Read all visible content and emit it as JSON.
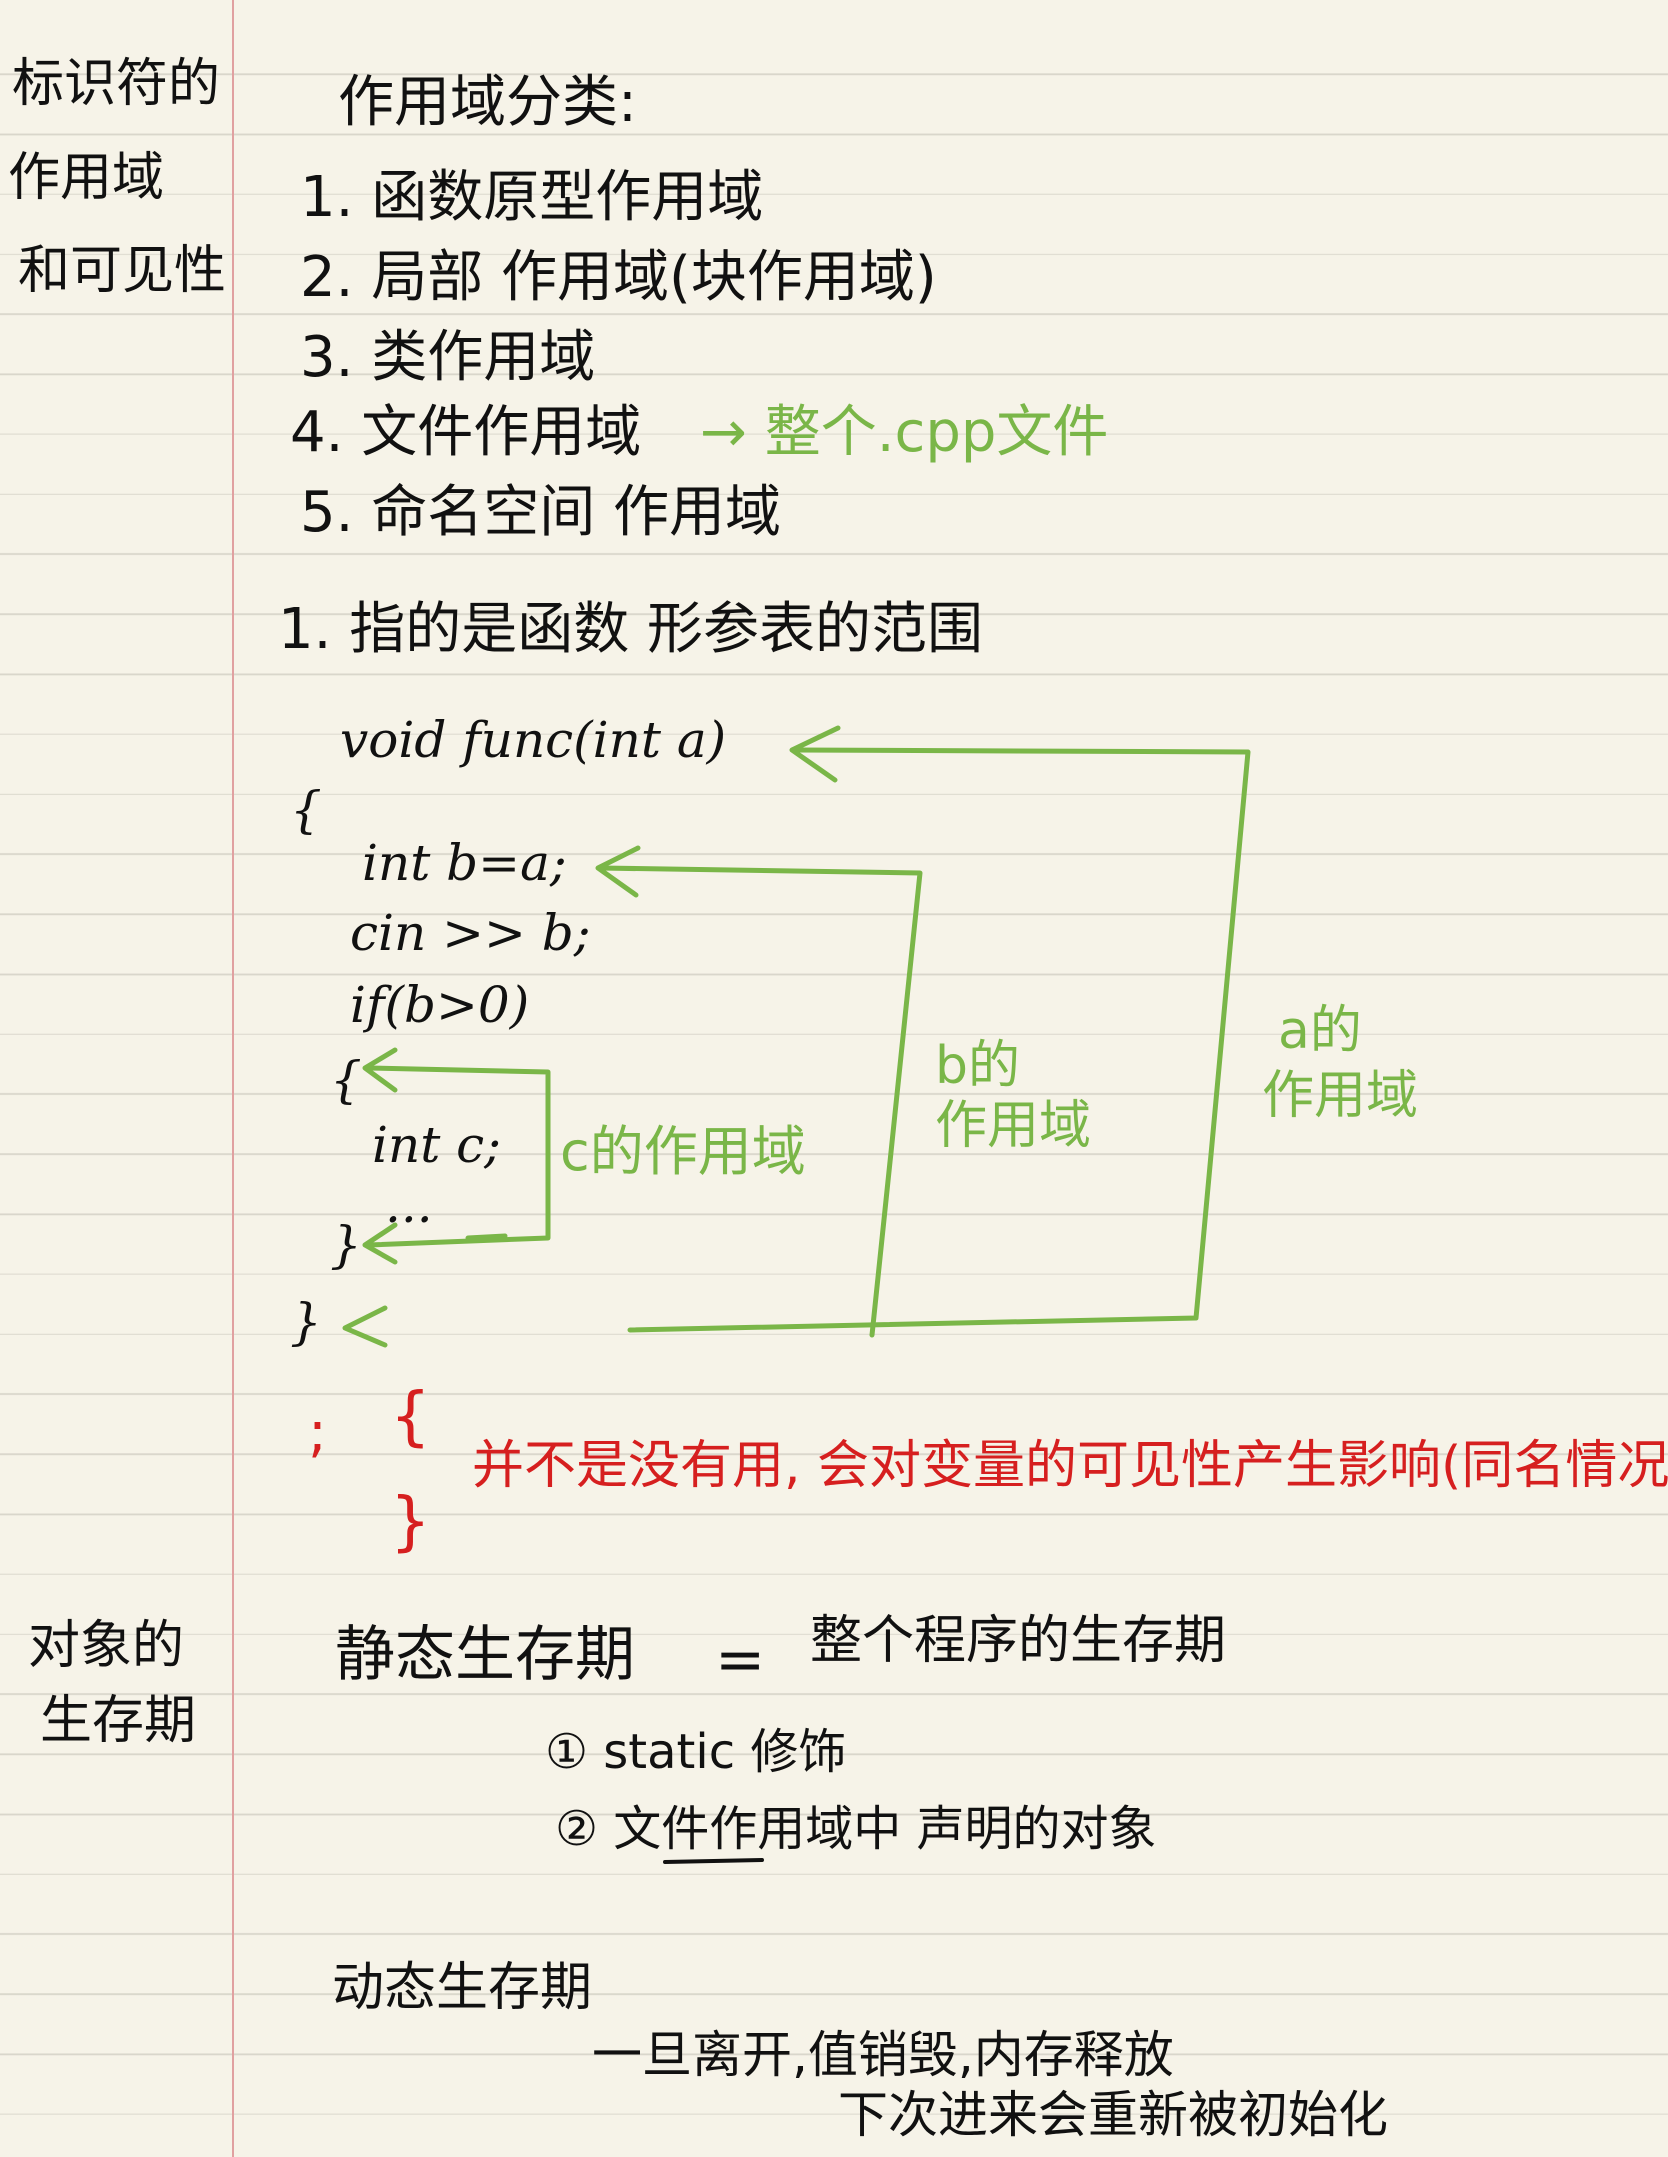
{
  "sidebar": {
    "scope_heading": [
      "标识符的",
      "作用域",
      "和可见性"
    ],
    "lifetime_heading": [
      "对象的",
      "生存期"
    ]
  },
  "scope_classes": {
    "title": "作用域分类:",
    "items": [
      "1. 函数原型作用域",
      "2. 局部 作用域(块作用域)",
      "3. 类作用域",
      "4. 文件作用域",
      "5. 命名空间 作用域"
    ],
    "file_scope_note": "→ 整个.cpp文件"
  },
  "prototype_note": "1. 指的是函数 形参表的范围",
  "code_lines": [
    "void func(int a)",
    "{",
    "int b=a;",
    "cin >> b;",
    "if(b>0)",
    "{",
    "int c;",
    "...",
    "}",
    "}"
  ],
  "scope_labels": {
    "c": "c的作用域",
    "b": [
      "b的",
      "作用域"
    ],
    "a": [
      "a的",
      "作用域"
    ]
  },
  "empty_block": {
    "semicolon": ";",
    "open": "{",
    "close": "}",
    "note": "并不是没有用, 会对变量的可见性产生影响(同名情况)"
  },
  "lifetime": {
    "static_title": "静态生存期",
    "equals": "=",
    "static_meaning": "整个程序的生存期",
    "static_items": [
      "① static 修饰",
      "② 文件作用域中 声明的对象"
    ],
    "dynamic_title": "动态生存期",
    "dynamic_lines": [
      "一旦离开,值销毁,内存释放",
      "下次进来会重新被初始化"
    ]
  },
  "colors": {
    "paper": "#f6f3e8",
    "rule_lines": "#d9d6cb",
    "margin_line": "#e0a0a0",
    "ink": "#111111",
    "green_ink": "#7ab648",
    "red_ink": "#d61f1f"
  }
}
